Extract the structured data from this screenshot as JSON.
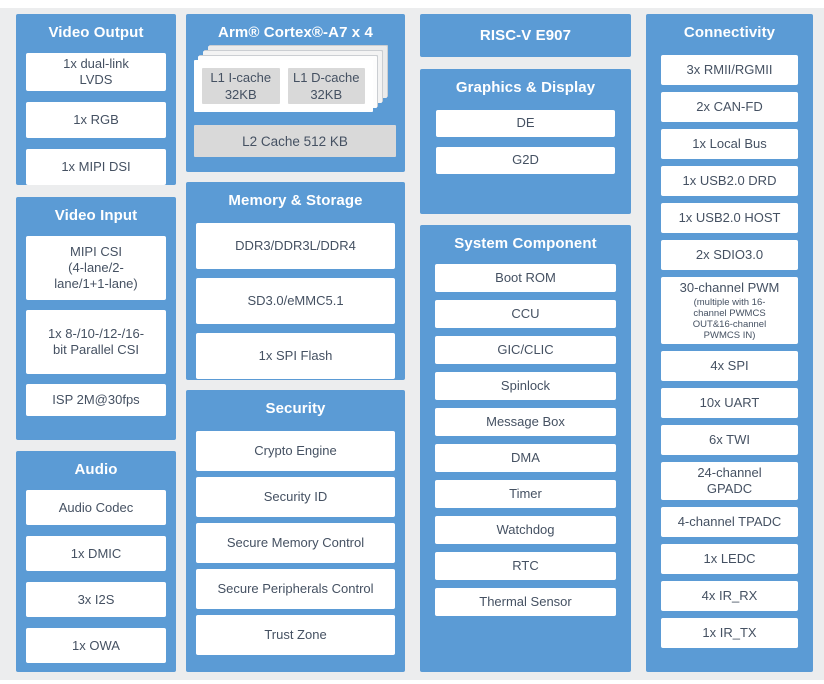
{
  "diagram": {
    "title": "SoC block diagram",
    "colors": {
      "accent_blue": "#5B9BD5",
      "background_gray": "#ECEDEE",
      "item_text": "#455162",
      "cache_gray": "#D9D9D9",
      "box_white": "#FFFFFF"
    },
    "columns": [
      {
        "sections": [
          {
            "slug": "video-output",
            "type": "list",
            "title": "Video Output",
            "items": [
              {
                "label": "1x dual-link\nLVDS"
              },
              {
                "label": "1x RGB"
              },
              {
                "label": "1x MIPI DSI"
              }
            ]
          },
          {
            "slug": "video-input",
            "type": "list",
            "title": "Video Input",
            "items": [
              {
                "label": "MIPI CSI\n(4-lane/2-\nlane/1+1-lane)"
              },
              {
                "label": "1x 8-/10-/12-/16-\nbit Parallel CSI"
              },
              {
                "label": "ISP 2M@30fps"
              }
            ]
          },
          {
            "slug": "audio",
            "type": "list",
            "title": "Audio",
            "items": [
              {
                "label": "Audio Codec"
              },
              {
                "label": "1x DMIC"
              },
              {
                "label": "3x I2S"
              },
              {
                "label": "1x OWA"
              }
            ]
          }
        ]
      },
      {
        "sections": [
          {
            "slug": "cpu",
            "type": "cpu",
            "title": "Arm® Cortex®-A7 x 4",
            "cache_items": [
              {
                "label": "L1 I-cache\n32KB"
              },
              {
                "label": "L1 D-cache\n32KB"
              }
            ],
            "l2_label": "L2 Cache 512 KB"
          },
          {
            "slug": "memory-storage",
            "type": "list",
            "title": "Memory & Storage",
            "items": [
              {
                "label": "DDR3/DDR3L/DDR4"
              },
              {
                "label": "SD3.0/eMMC5.1"
              },
              {
                "label": "1x SPI Flash"
              }
            ]
          },
          {
            "slug": "security",
            "type": "list",
            "title": "Security",
            "items": [
              {
                "label": "Crypto Engine"
              },
              {
                "label": "Security ID"
              },
              {
                "label": "Secure Memory Control"
              },
              {
                "label": "Secure Peripherals Control"
              },
              {
                "label": "Trust Zone"
              }
            ]
          }
        ]
      },
      {
        "sections": [
          {
            "slug": "riscv",
            "type": "header",
            "title": "RISC-V E907"
          },
          {
            "slug": "graphics-display",
            "type": "list",
            "title": "Graphics & Display",
            "items": [
              {
                "label": "DE"
              },
              {
                "label": "G2D"
              }
            ]
          },
          {
            "slug": "system-component",
            "type": "list",
            "title": "System Component",
            "items": [
              {
                "label": "Boot ROM"
              },
              {
                "label": "CCU"
              },
              {
                "label": "GIC/CLIC"
              },
              {
                "label": "Spinlock"
              },
              {
                "label": "Message Box"
              },
              {
                "label": "DMA"
              },
              {
                "label": "Timer"
              },
              {
                "label": "Watchdog"
              },
              {
                "label": "RTC"
              },
              {
                "label": "Thermal Sensor"
              }
            ]
          }
        ]
      },
      {
        "sections": [
          {
            "slug": "connectivity",
            "type": "list",
            "title": "Connectivity",
            "items": [
              {
                "label": "3x RMII/RGMII"
              },
              {
                "label": "2x CAN-FD"
              },
              {
                "label": "1x Local Bus"
              },
              {
                "label": "1x USB2.0 DRD"
              },
              {
                "label": "1x USB2.0 HOST"
              },
              {
                "label": "2x SDIO3.0"
              },
              {
                "label": "30-channel PWM",
                "sub": "(multiple with 16-\nchannel PWMCS\nOUT&16-channel\nPWMCS IN)"
              },
              {
                "label": "4x SPI"
              },
              {
                "label": "10x UART"
              },
              {
                "label": "6x TWI"
              },
              {
                "label": "24-channel\nGPADC"
              },
              {
                "label": "4-channel TPADC"
              },
              {
                "label": "1x LEDC"
              },
              {
                "label": "4x IR_RX"
              },
              {
                "label": "1x IR_TX"
              }
            ]
          }
        ]
      }
    ]
  }
}
